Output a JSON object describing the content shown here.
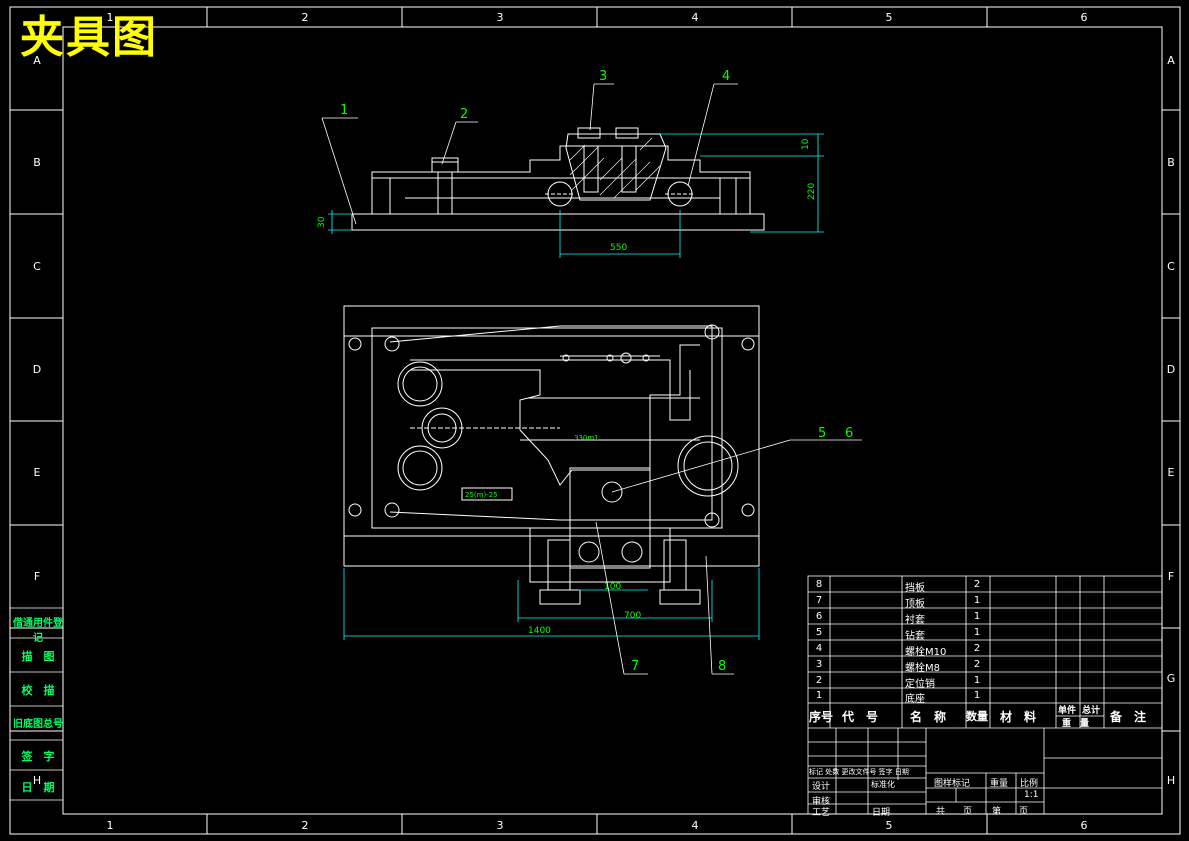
{
  "title": "夹具图",
  "frame": {
    "cols": [
      "1",
      "2",
      "3",
      "4",
      "5",
      "6"
    ],
    "rows": [
      "A",
      "B",
      "C",
      "D",
      "E",
      "F",
      "G",
      "H"
    ]
  },
  "callouts": [
    "1",
    "2",
    "3",
    "4",
    "5",
    "6",
    "7",
    "8"
  ],
  "dimensions": {
    "d10": "10",
    "d220": "220",
    "d30": "30",
    "d550": "550",
    "d100": "100",
    "d700": "700",
    "d1400": "1400",
    "d330": "330m1",
    "d25": "25(m)-25"
  },
  "side_labels": [
    "借通用件登记",
    "描　图",
    "校　描",
    "旧底图总号",
    "签　字",
    "日　期"
  ],
  "bom": {
    "rows": [
      {
        "no": "8",
        "name": "挡板",
        "qty": "2"
      },
      {
        "no": "7",
        "name": "顶板",
        "qty": "1"
      },
      {
        "no": "6",
        "name": "衬套",
        "qty": "1"
      },
      {
        "no": "5",
        "name": "钻套",
        "qty": "1"
      },
      {
        "no": "4",
        "name": "螺栓M10",
        "qty": "2"
      },
      {
        "no": "3",
        "name": "螺栓M8",
        "qty": "2"
      },
      {
        "no": "2",
        "name": "定位销",
        "qty": "1"
      },
      {
        "no": "1",
        "name": "底座",
        "qty": "1"
      }
    ],
    "headers": {
      "no": "序号",
      "code": "代　号",
      "name": "名　称",
      "qty": "数量",
      "material": "材　料",
      "unit_weight": "单件",
      "total_weight": "总计",
      "weight": "重　量",
      "remark": "备　注"
    }
  },
  "titleblock": {
    "change_row": "标记 处数 更改文件号 签字 日期",
    "design": "设计",
    "standard": "标准化",
    "review": "审核",
    "process": "工艺",
    "date": "日期",
    "stage_mark": "图样标记",
    "weight": "重量",
    "scale_label": "比例",
    "scale": "1:1",
    "sheets_total": "共　　页",
    "sheet_no": "第　　页"
  }
}
